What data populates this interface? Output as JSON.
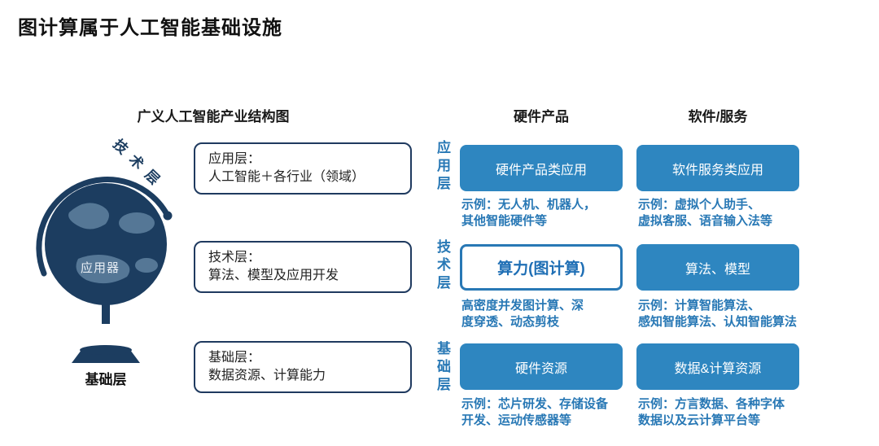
{
  "page": {
    "title": "图计算属于人工智能基础设施"
  },
  "left": {
    "header": "广义人工智能产业结构图",
    "globe": {
      "arm_label": "技术层",
      "sphere_label": "应用器",
      "base_label": "基础层"
    },
    "boxes": [
      {
        "title": "应用层：",
        "desc": "人工智能＋各行业（领域）"
      },
      {
        "title": "技术层：",
        "desc": "算法、模型及应用开发"
      },
      {
        "title": "基础层：",
        "desc": "数据资源、计算能力"
      }
    ]
  },
  "middle": {
    "layers": [
      "应用层",
      "技术层",
      "基础层"
    ]
  },
  "right": {
    "col_headers": [
      "硬件产品",
      "软件/服务"
    ],
    "rows": [
      {
        "cells": [
          {
            "label": "硬件产品类应用",
            "caption": "示例：无人机、机器人，\n其他智能硬件等"
          },
          {
            "label": "软件服务类应用",
            "caption": "示例：虚拟个人助手、\n虚拟客服、语音输入法等"
          }
        ]
      },
      {
        "cells": [
          {
            "label": "算力(图计算)",
            "caption": "高密度并发图计算、深\n度穿透、动态剪枝"
          },
          {
            "label": "算法、模型",
            "caption": "示例：计算智能算法、\n感知智能算法、认知智能算法"
          }
        ]
      },
      {
        "cells": [
          {
            "label": "硬件资源",
            "caption": "示例：芯片研发、存储设备\n开发、运动传感器等"
          },
          {
            "label": "数据&计算资源",
            "caption": "示例：方言数据、各种字体\n数据以及云计算平台等"
          }
        ]
      }
    ]
  },
  "colors": {
    "accent": "#2e86c0",
    "navy": "#1f3a5f",
    "caption_blue": "#2878b5"
  }
}
